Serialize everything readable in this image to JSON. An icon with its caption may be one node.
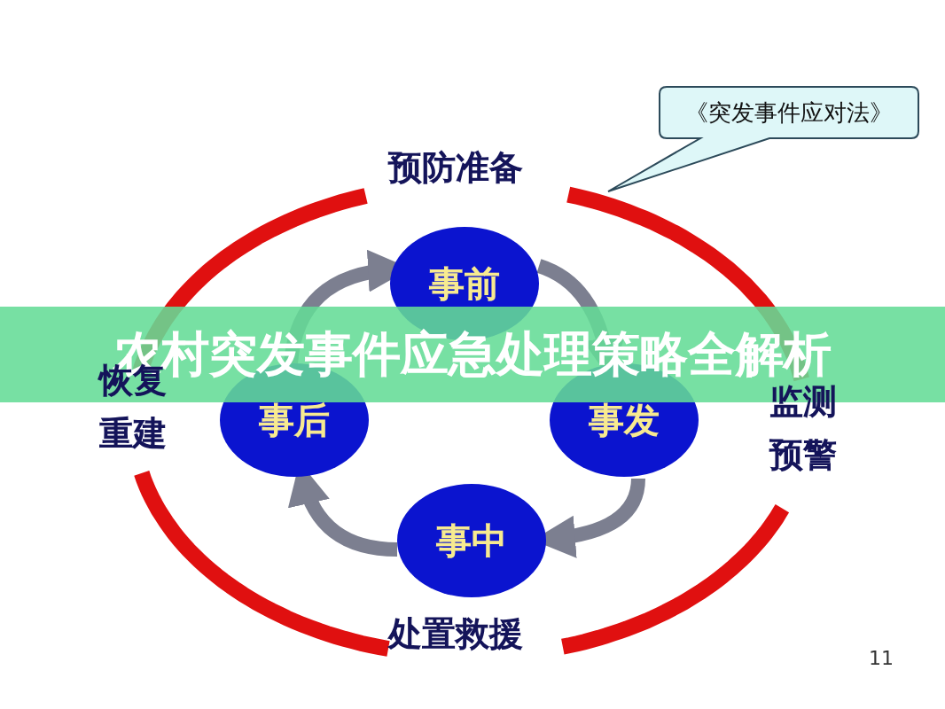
{
  "diagram": {
    "title": "农村突发事件应急处理策略全解析",
    "nodes": [
      {
        "text": [
          "事前"
        ]
      },
      {
        "text": [
          "事发"
        ]
      },
      {
        "text": [
          "事中"
        ]
      },
      {
        "text": [
          "事后"
        ]
      },
      {
        "text": [
          "《突发事件应对法》"
        ]
      }
    ],
    "edges": [
      {
        "from": 0,
        "to": 1,
        "arrow": "to"
      },
      {
        "from": 1,
        "to": 2,
        "arrow": "to"
      },
      {
        "from": 2,
        "to": 3,
        "arrow": "to"
      },
      {
        "from": 3,
        "to": 0,
        "arrow": "to"
      }
    ],
    "labels": [
      "预防准备",
      "恢复重建",
      "监测预警",
      "处置救援",
      "11"
    ]
  }
}
